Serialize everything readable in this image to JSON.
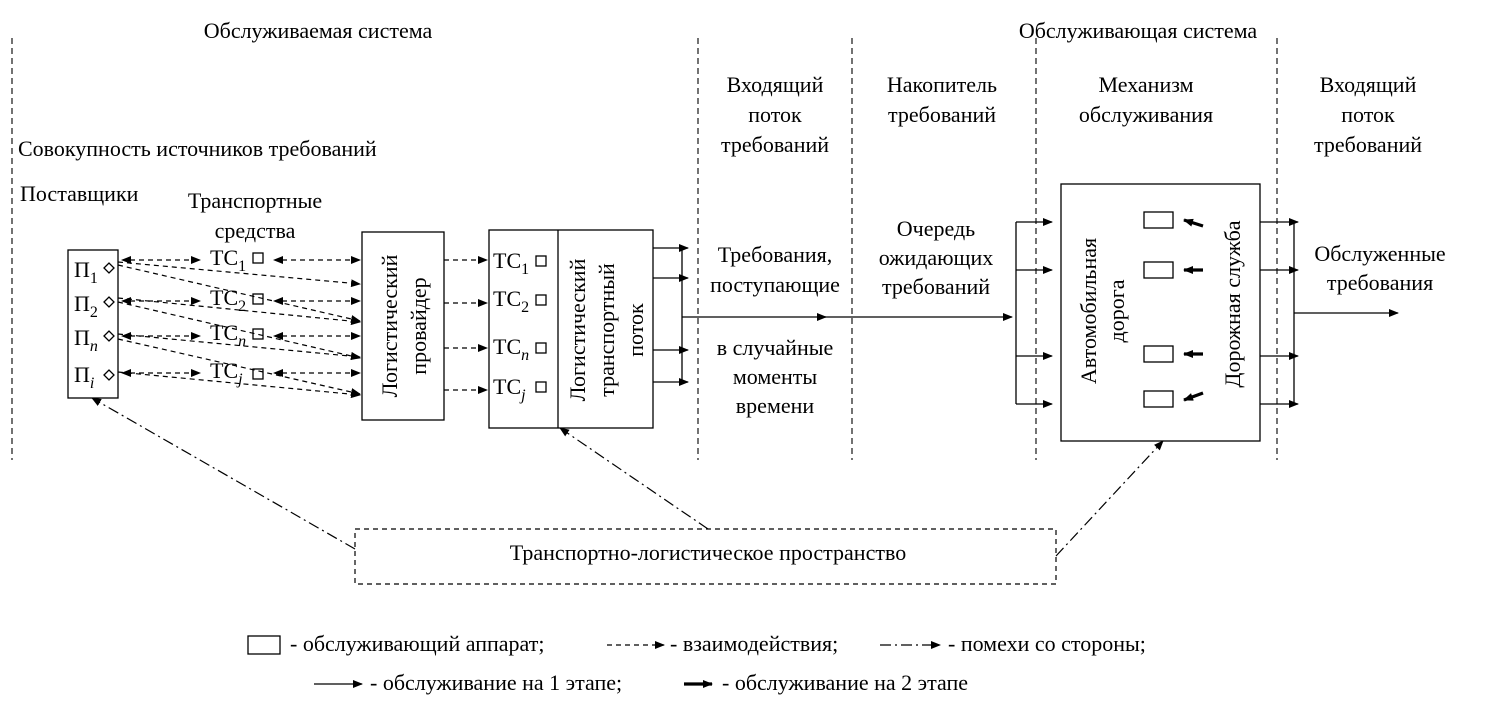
{
  "sections": {
    "served_system": "Обслуживаемая система",
    "serving_system": "Обслуживающая система"
  },
  "columns": {
    "incoming_flow_1": [
      "Входящий",
      "поток",
      "требований"
    ],
    "storage": [
      "Накопитель",
      "требований"
    ],
    "mechanism": [
      "Механизм",
      "обслуживания"
    ],
    "incoming_flow_2": [
      "Входящий",
      "поток",
      "требований"
    ]
  },
  "sources_title": "Совокупность источников требований",
  "suppliers_title": "Поставщики",
  "vehicles_title": [
    "Транспортные",
    "средства"
  ],
  "suppliers": [
    {
      "base": "П",
      "sub": "1"
    },
    {
      "base": "П",
      "sub": "2"
    },
    {
      "base": "П",
      "sub": "n"
    },
    {
      "base": "П",
      "sub": "i"
    }
  ],
  "vehicles": [
    {
      "base": "ТС",
      "sub": "1"
    },
    {
      "base": "ТС",
      "sub": "2"
    },
    {
      "base": "ТС",
      "sub": "n"
    },
    {
      "base": "ТС",
      "sub": "j"
    }
  ],
  "logistics_provider": [
    "Логистический",
    "провайдер"
  ],
  "transport_flow": [
    "Логистический",
    "транспортный",
    "поток"
  ],
  "requirements_text": {
    "top": [
      "Требования,",
      "поступающие"
    ],
    "bottom": [
      "в случайные",
      "моменты",
      "времени"
    ]
  },
  "queue": [
    "Очередь",
    "ожидающих",
    "требований"
  ],
  "road": [
    "Автомобильная",
    "дорога"
  ],
  "road_service": "Дорожная служба",
  "served": [
    "Обслуженные",
    "требования"
  ],
  "space_label": "Транспортно-логистическое пространство",
  "legend": {
    "server": "- обслуживающий аппарат;",
    "interaction": "- взаимодействия;",
    "interference": "- помехи со стороны;",
    "stage1": "- обслуживание на 1 этапе;",
    "stage2": "- обслуживание на 2 этапе"
  }
}
